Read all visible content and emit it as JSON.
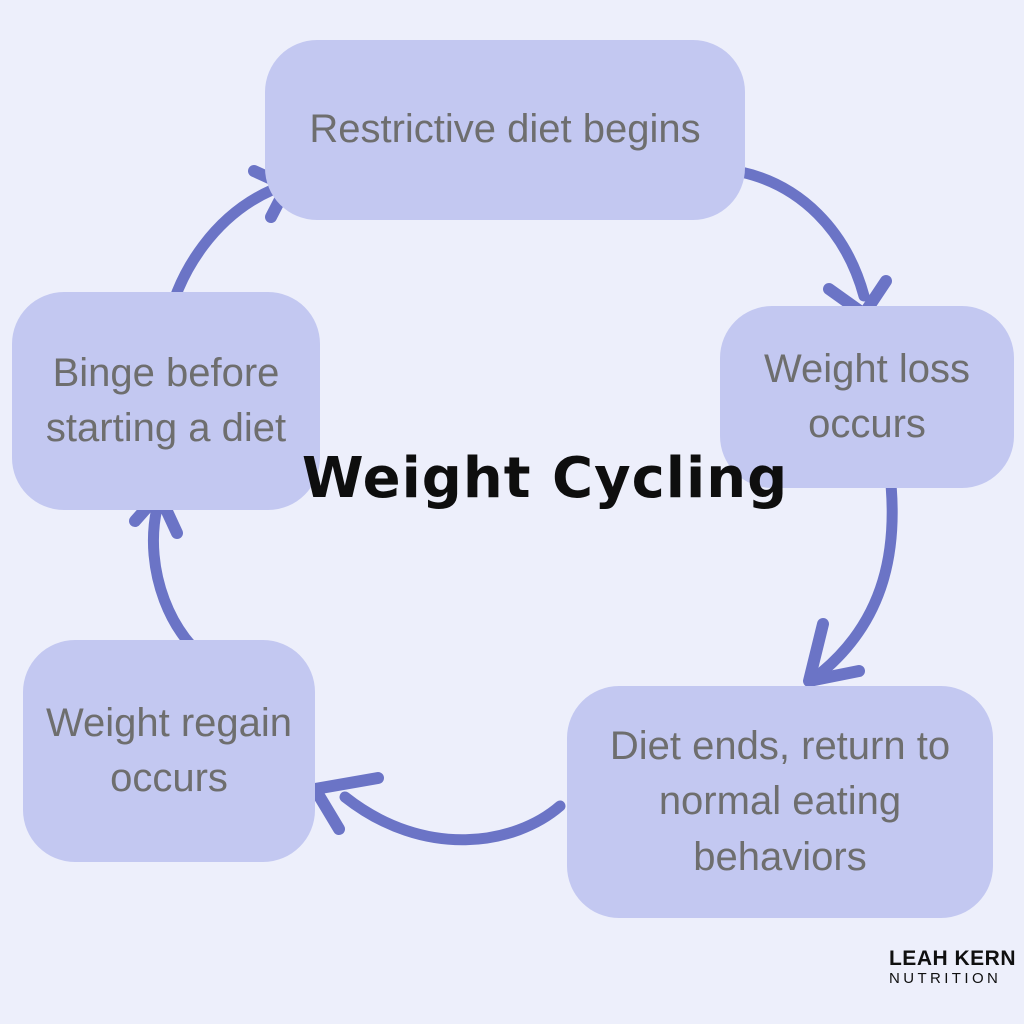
{
  "title": "Weight Cycling",
  "nodes": [
    {
      "id": "restrictive-diet-begins",
      "label": "Restrictive diet begins",
      "position": "top"
    },
    {
      "id": "weight-loss-occurs",
      "label": "Weight loss occurs",
      "position": "right"
    },
    {
      "id": "diet-ends-return-to-normal",
      "label": "Diet ends, return to normal eating behaviors",
      "position": "bottom-right"
    },
    {
      "id": "weight-regain-occurs",
      "label": "Weight regain occurs",
      "position": "bottom-left"
    },
    {
      "id": "binge-before-starting-a-diet",
      "label": "Binge before starting a diet",
      "position": "left"
    }
  ],
  "flow": [
    {
      "from": "Restrictive diet begins",
      "to": "Weight loss occurs"
    },
    {
      "from": "Weight loss occurs",
      "to": "Diet ends, return to normal eating behaviors"
    },
    {
      "from": "Diet ends, return to normal eating behaviors",
      "to": "Weight regain occurs"
    },
    {
      "from": "Weight regain occurs",
      "to": "Binge before starting a diet"
    },
    {
      "from": "Binge before starting a diet",
      "to": "Restrictive diet begins"
    }
  ],
  "branding": {
    "line1": "LEAH KERN",
    "line2": "NUTRITION"
  },
  "colors": {
    "background": "#edeffb",
    "node_fill": "#c3c8f1",
    "node_text": "#6e6e6e",
    "arrow": "#6b74c6",
    "title_text": "#0e0e0e",
    "brand_text": "#101010"
  }
}
